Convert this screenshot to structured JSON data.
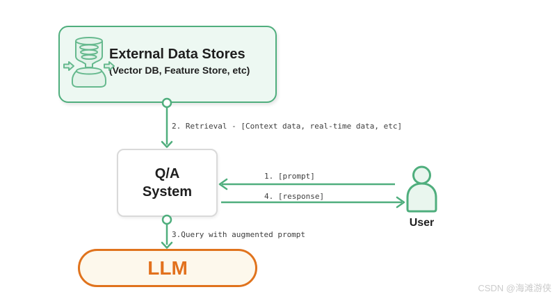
{
  "diagram": {
    "nodes": {
      "external_data_stores": {
        "title": "External Data Stores",
        "subtitle": "(Vector DB, Feature Store, etc)",
        "icon": "database-etl-icon"
      },
      "qa_system": {
        "line1": "Q/A",
        "line2": "System"
      },
      "llm": {
        "label": "LLM"
      },
      "user": {
        "label": "User",
        "icon": "user-icon"
      }
    },
    "edges": [
      {
        "step": "1",
        "label": "1. [prompt]",
        "from": "User",
        "to": "Q/A System",
        "direction": "left"
      },
      {
        "step": "2",
        "label": "2. Retrieval - [Context data, real-time data, etc]",
        "from": "External Data Stores",
        "to": "Q/A System",
        "direction": "down"
      },
      {
        "step": "3",
        "label": "3.Query with augmented prompt",
        "from": "Q/A System",
        "to": "LLM",
        "direction": "down"
      },
      {
        "step": "4",
        "label": "4. [response]",
        "from": "Q/A System",
        "to": "User",
        "direction": "right"
      }
    ],
    "colors": {
      "green": "#4fae7d",
      "green_fill": "#edf8f2",
      "icon_green": "#66b98e",
      "gray_border": "#d9d9d9",
      "orange": "#e0731d",
      "orange_fill": "#fdf8ec",
      "text": "#1e1e1e",
      "edge_label": "#3d3d3d",
      "watermark": "#cbcbcb"
    },
    "watermark": "CSDN @海滩游侠"
  }
}
